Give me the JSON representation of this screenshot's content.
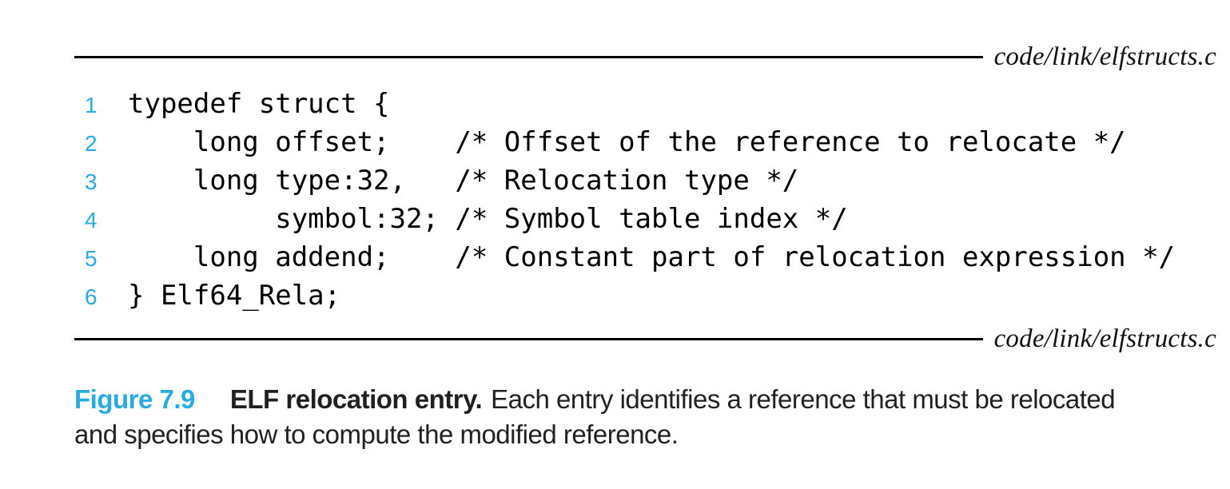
{
  "source_label": "code/link/elfstructs.c",
  "code": {
    "lines": [
      {
        "num": "1",
        "text": "typedef struct {"
      },
      {
        "num": "2",
        "text": "    long offset;    /* Offset of the reference to relocate */"
      },
      {
        "num": "3",
        "text": "    long type:32,   /* Relocation type */"
      },
      {
        "num": "4",
        "text": "         symbol:32; /* Symbol table index */"
      },
      {
        "num": "5",
        "text": "    long addend;    /* Constant part of relocation expression */"
      },
      {
        "num": "6",
        "text": "} Elf64_Rela;"
      }
    ]
  },
  "caption": {
    "figure_label": "Figure 7.9",
    "title": "ELF relocation entry.",
    "description_line1": "Each entry identifies a reference that must be relocated",
    "description_line2": "and specifies how to compute the modified reference."
  },
  "colors": {
    "accent_blue": "#29abe2",
    "code_text": "#000000",
    "caption_text": "#231f20"
  }
}
